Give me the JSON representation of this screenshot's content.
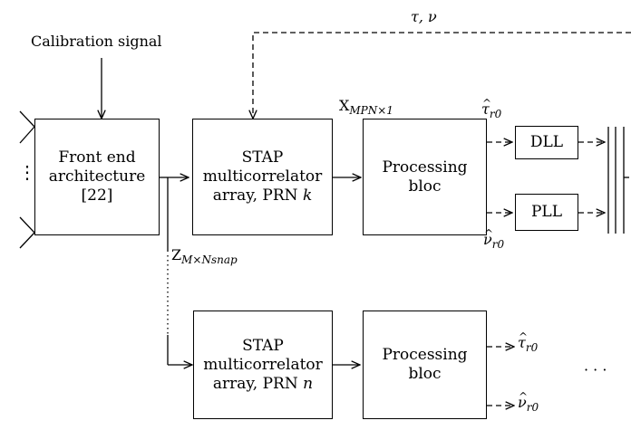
{
  "labels": {
    "calibration": "Calibration signal",
    "tau_nu_top": "τ, ν",
    "x_main": "X",
    "x_sub": "MPN×1",
    "z_main": "Z",
    "z_sub": "M×Nsnap",
    "tau_r0_top": "τ",
    "nu_r0_top": "ν",
    "r0": "r0",
    "tau_r0_bottom": "τ",
    "nu_r0_bottom": "ν",
    "ellipsis_right": "· · ·",
    "antenna_dots": "⋮"
  },
  "blocks": {
    "front_end": "Front end\narchitecture\n[22]",
    "stap_k_line1": "STAP",
    "stap_k_line2": "multicorrelator",
    "stap_k_line3": "array, PRN",
    "stap_k_var": "k",
    "processing_top": "Processing\nbloc",
    "dll": "DLL",
    "pll": "PLL",
    "stap_n_line1": "STAP",
    "stap_n_line2": "multicorrelator",
    "stap_n_line3": "array, PRN",
    "stap_n_var": "n",
    "processing_bottom": "Processing\nbloc"
  }
}
